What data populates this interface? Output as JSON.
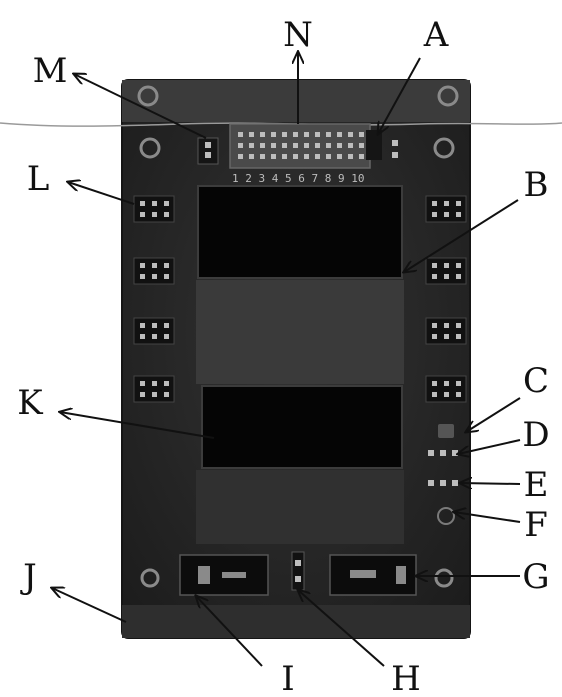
{
  "colors": {
    "board": "#262626",
    "board_edge": "#1a1a1a",
    "display": "#050505",
    "panel": "#3a3a3a",
    "connector": "#4a4a4a",
    "pin": "#bdbdbd",
    "hole": "#8a8a8a",
    "ink": "#111111"
  },
  "board": {
    "header_pin_numbers": "1 2 3 4 5 6 7 8 9 10"
  },
  "callouts": [
    {
      "id": "A",
      "label": "A",
      "part": "connector-edge"
    },
    {
      "id": "B",
      "label": "B",
      "part": "upper-display"
    },
    {
      "id": "C",
      "label": "C",
      "part": "status-led"
    },
    {
      "id": "D",
      "label": "D",
      "part": "jumper-d"
    },
    {
      "id": "E",
      "label": "E",
      "part": "jumper-e"
    },
    {
      "id": "F",
      "label": "F",
      "part": "test-point"
    },
    {
      "id": "G",
      "label": "G",
      "part": "right-switch"
    },
    {
      "id": "H",
      "label": "H",
      "part": "center-jumper"
    },
    {
      "id": "I",
      "label": "I",
      "part": "left-switch"
    },
    {
      "id": "J",
      "label": "J",
      "part": "board-edge"
    },
    {
      "id": "K",
      "label": "K",
      "part": "lower-display"
    },
    {
      "id": "L",
      "label": "L",
      "part": "left-header"
    },
    {
      "id": "M",
      "label": "M",
      "part": "small-jumper"
    },
    {
      "id": "N",
      "label": "N",
      "part": "main-connector"
    }
  ]
}
